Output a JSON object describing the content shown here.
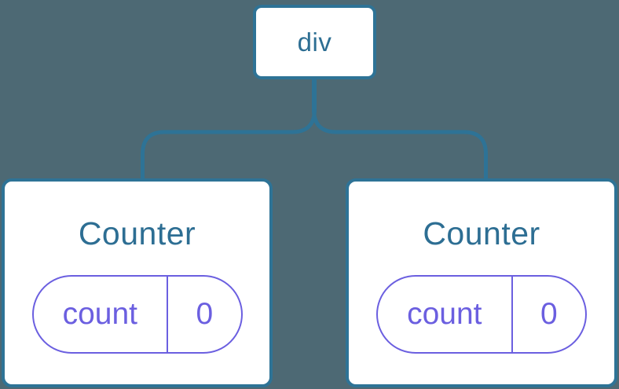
{
  "colors": {
    "canvas-bg": "#4D6974",
    "line": "#2E7396",
    "node-border": "#2E7396",
    "node-bg": "#FFFFFF",
    "node-text": "#2D6E93",
    "state": "#6B5FE0"
  },
  "tree": {
    "root": {
      "label": "div"
    },
    "children": [
      {
        "title": "Counter",
        "state": {
          "key": "count",
          "value": "0"
        }
      },
      {
        "title": "Counter",
        "state": {
          "key": "count",
          "value": "0"
        }
      }
    ]
  }
}
